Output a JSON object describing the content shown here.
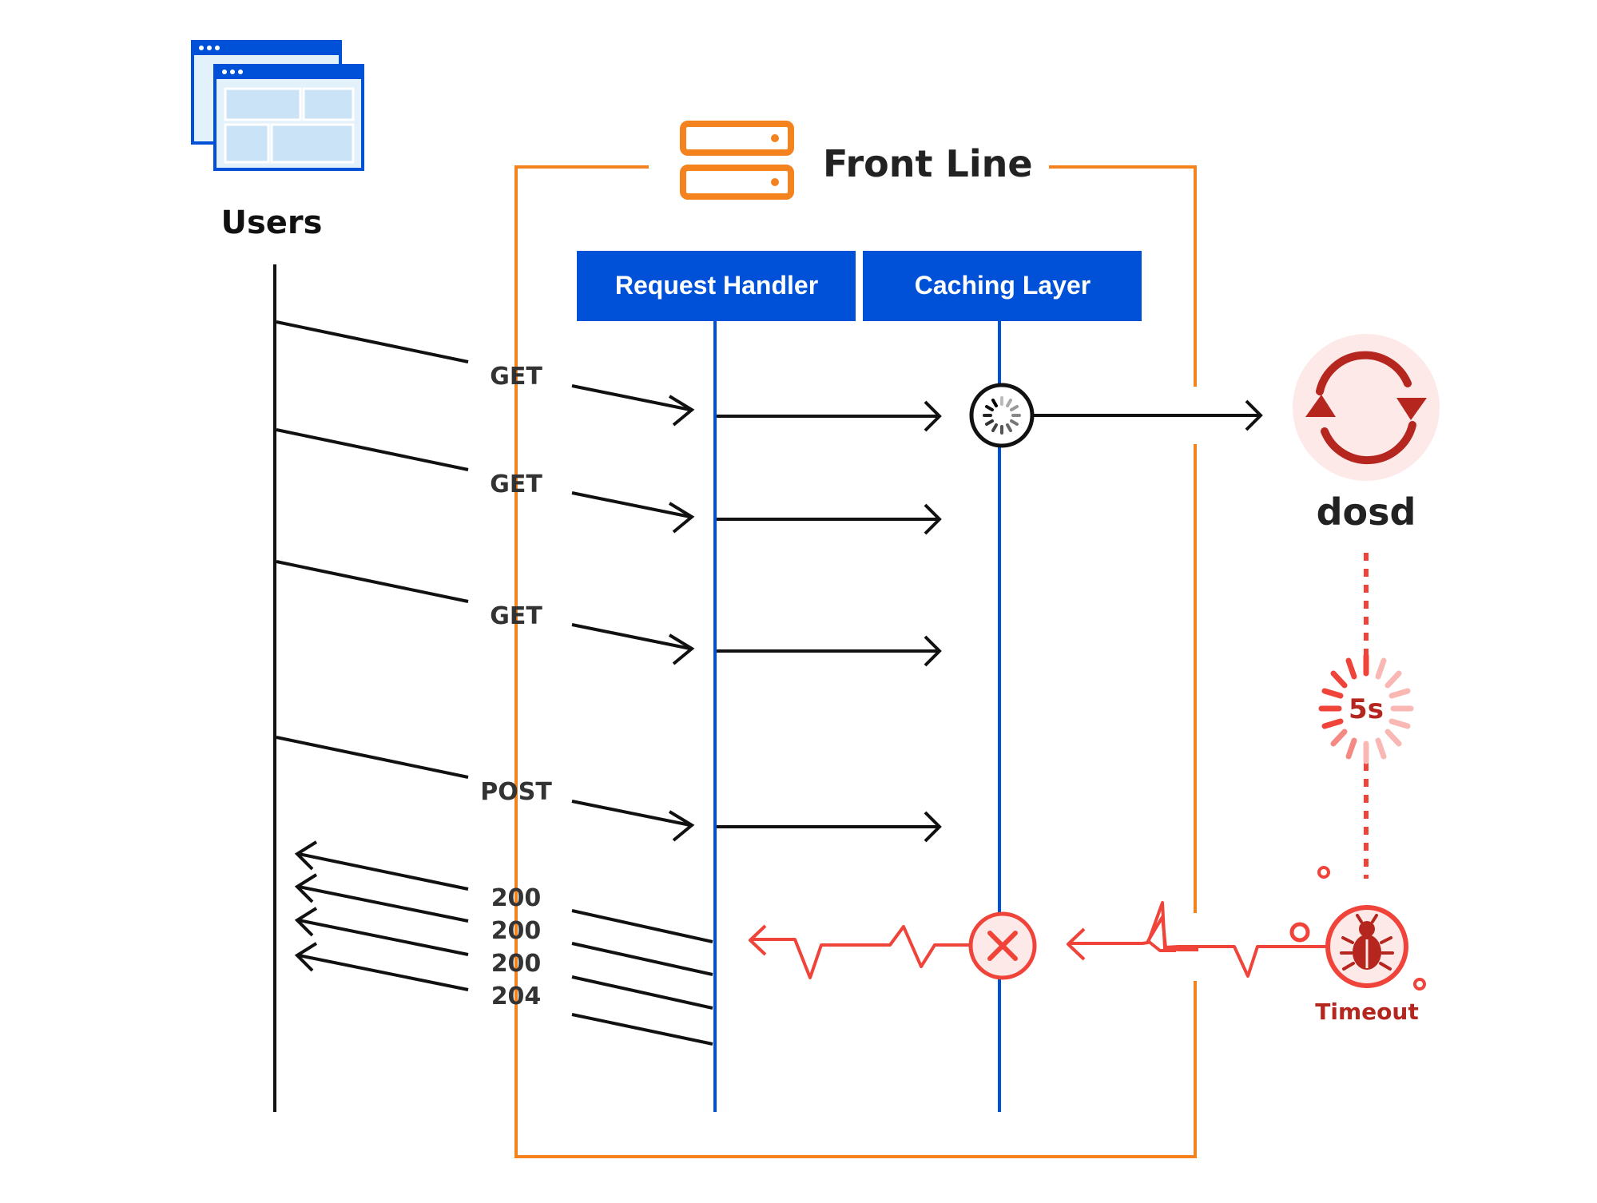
{
  "colors": {
    "orange": "#f4831f",
    "blue": "#0051d8",
    "black": "#111111",
    "red": "#f0433a",
    "dark_red": "#b5261e",
    "pink": "#fde9e8"
  },
  "users": {
    "label": "Users",
    "icon": "browser-windows-icon"
  },
  "front_line": {
    "title": "Front Line",
    "icon": "server-stack-icon"
  },
  "lanes": {
    "request_handler": "Request Handler",
    "caching_layer": "Caching Layer"
  },
  "requests": [
    {
      "label": "GET"
    },
    {
      "label": "GET"
    },
    {
      "label": "GET"
    },
    {
      "label": "POST"
    }
  ],
  "responses": [
    {
      "label": "200"
    },
    {
      "label": "200"
    },
    {
      "label": "200"
    },
    {
      "label": "204"
    }
  ],
  "dosd": {
    "label": "dosd",
    "icon": "sync-icon"
  },
  "timer": {
    "label": "5s"
  },
  "timeout": {
    "label": "Timeout",
    "icon": "bug-icon"
  }
}
